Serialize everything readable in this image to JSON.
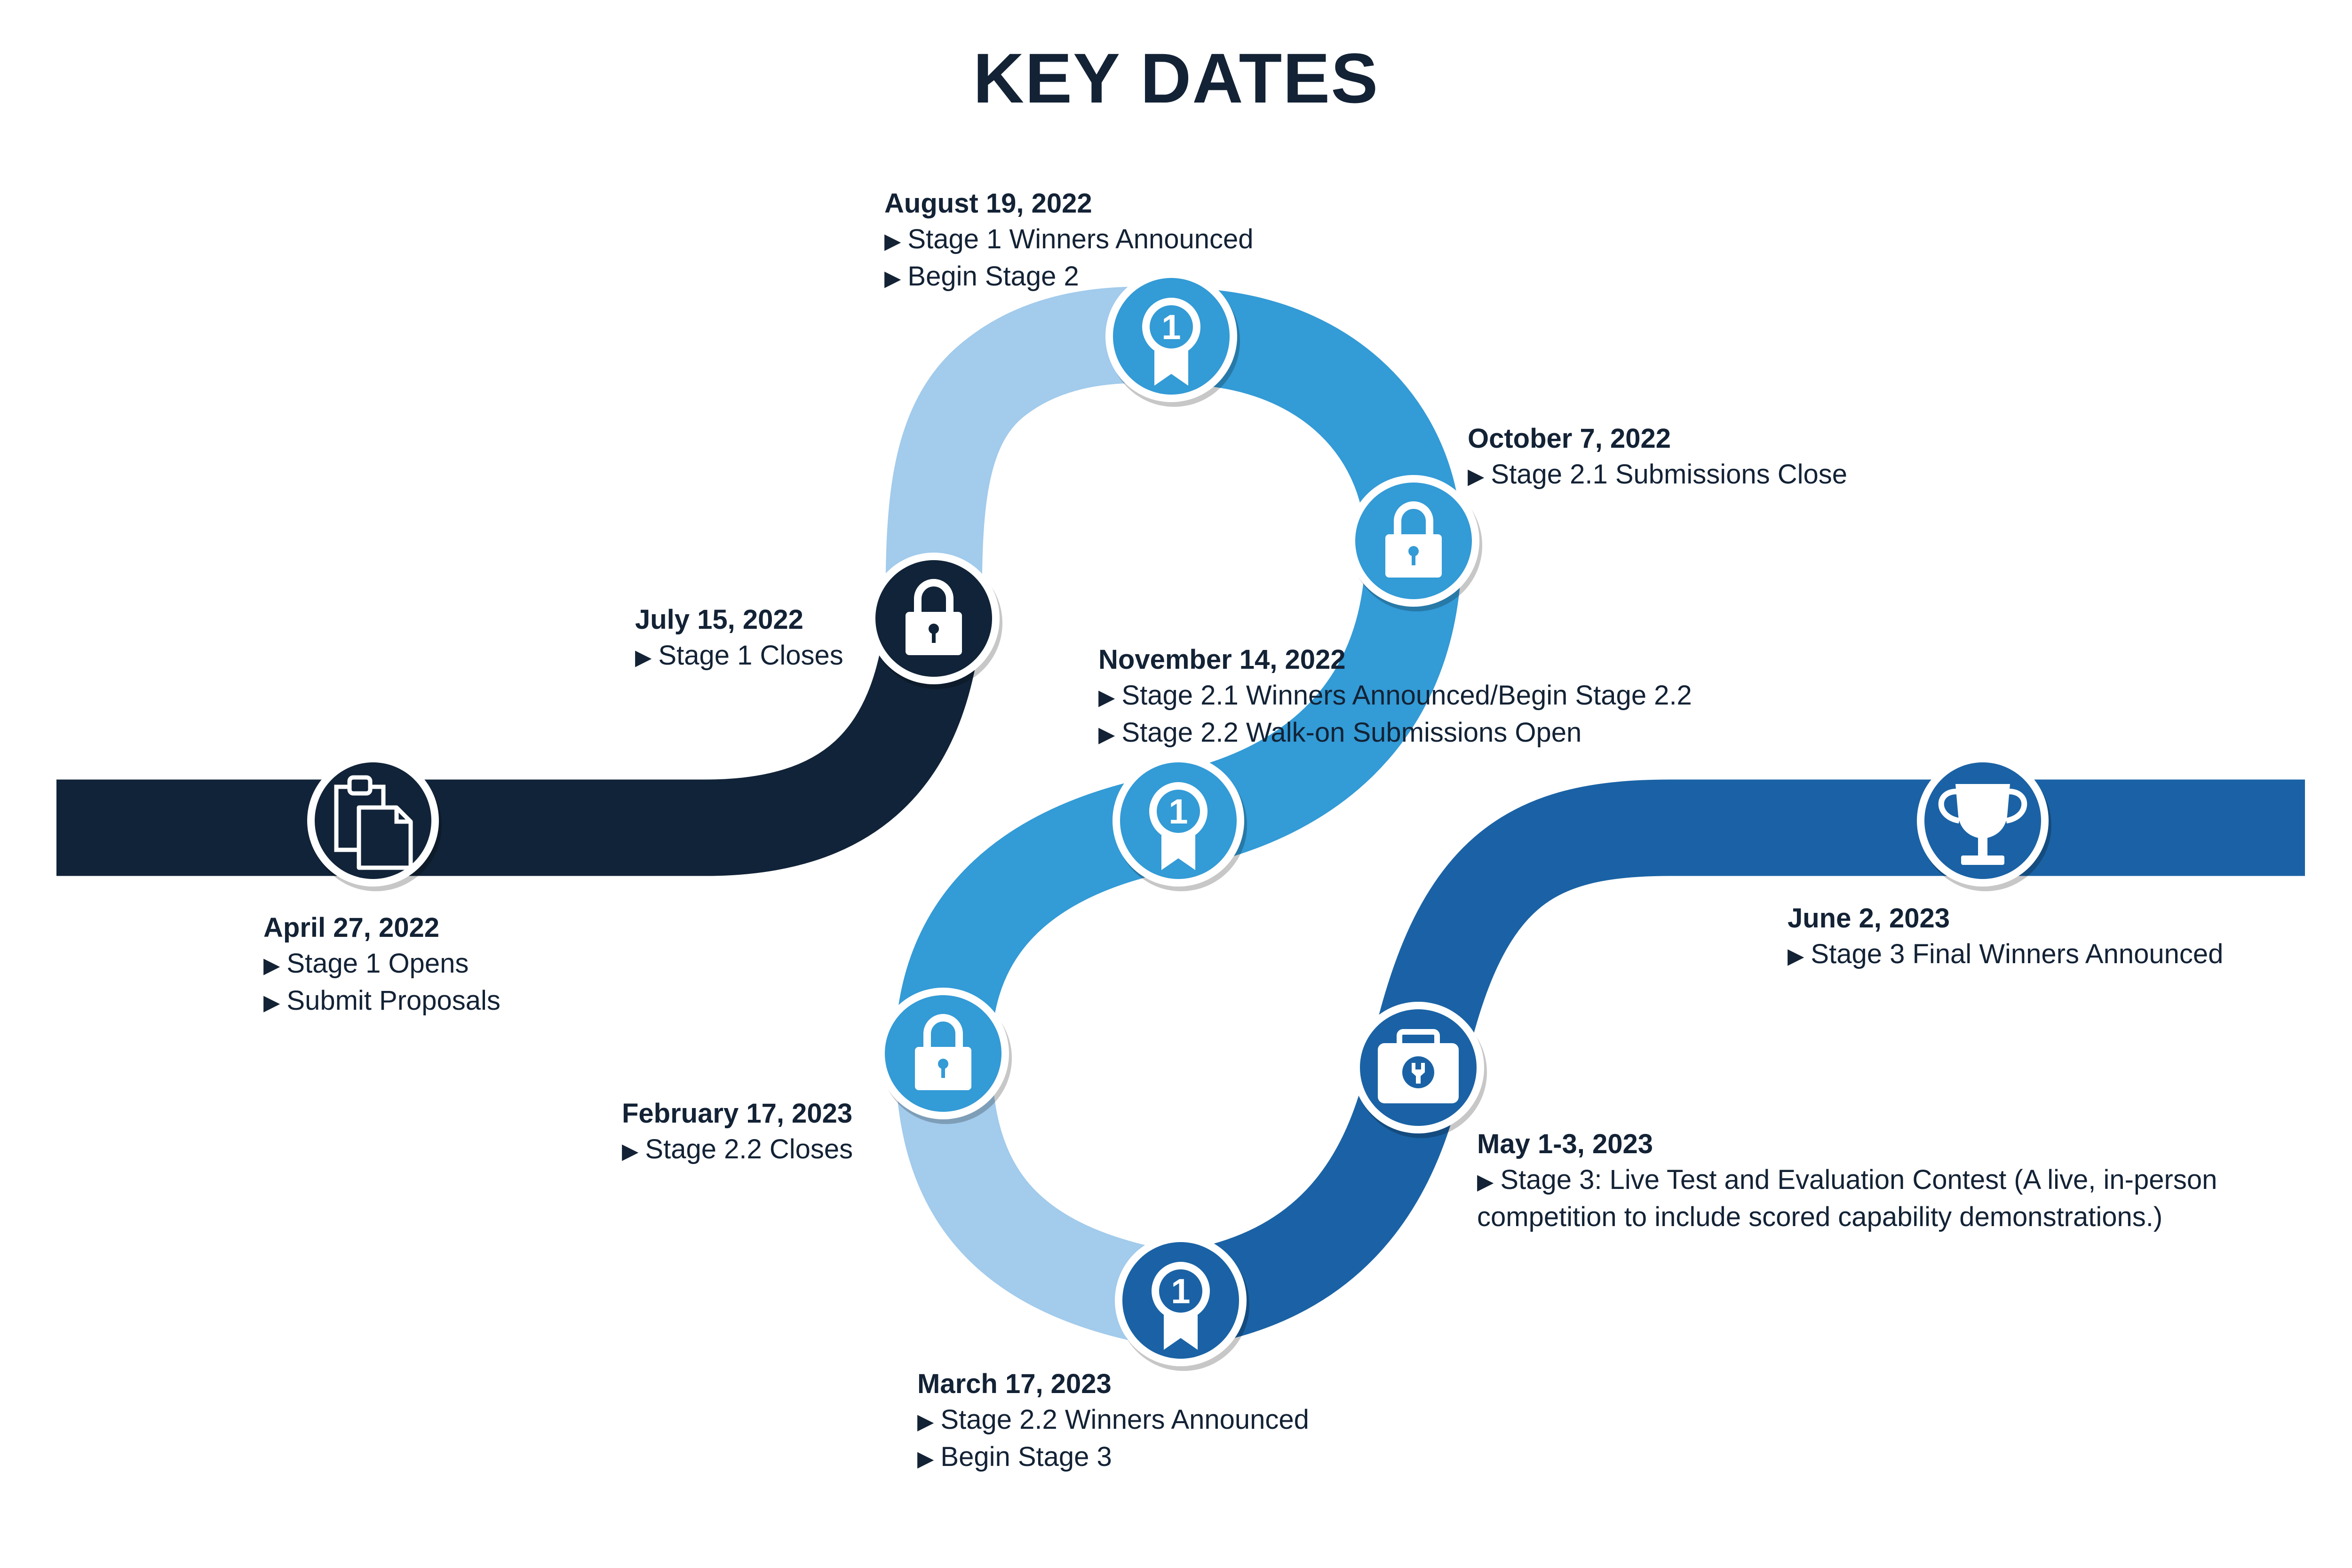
{
  "title": "KEY DATES",
  "colors": {
    "navy": "#112338",
    "light_blue": "#a2cbec",
    "mid_blue": "#339bd6",
    "dark_blue": "#1a62a5",
    "white": "#ffffff"
  },
  "milestones": [
    {
      "date": "April 27, 2022",
      "lines": [
        "Stage 1 Opens",
        "Submit Proposals"
      ],
      "icon": "clipboard-icon"
    },
    {
      "date": "July 15, 2022",
      "lines": [
        "Stage 1 Closes"
      ],
      "icon": "lock-icon"
    },
    {
      "date": "August 19, 2022",
      "lines": [
        "Stage 1 Winners Announced",
        "Begin Stage 2"
      ],
      "icon": "award-ribbon-icon"
    },
    {
      "date": "October 7, 2022",
      "lines": [
        "Stage 2.1 Submissions Close"
      ],
      "icon": "lock-icon"
    },
    {
      "date": "November 14, 2022",
      "lines": [
        "Stage 2.1 Winners Announced/Begin Stage 2.2",
        "Stage 2.2 Walk-on Submissions Open"
      ],
      "icon": "award-ribbon-icon"
    },
    {
      "date": "February 17, 2023",
      "lines": [
        "Stage 2.2 Closes"
      ],
      "icon": "lock-icon"
    },
    {
      "date": "March 17, 2023",
      "lines": [
        "Stage 2.2 Winners Announced",
        "Begin Stage 3"
      ],
      "icon": "award-ribbon-icon"
    },
    {
      "date": "May 1-3, 2023",
      "lines": [
        "Stage 3: Live Test and Evaluation Contest (A live, in-person competition to include scored capability demonstrations.)"
      ],
      "icon": "toolbox-icon"
    },
    {
      "date": "June 2, 2023",
      "lines": [
        "Stage 3 Final Winners Announced"
      ],
      "icon": "trophy-icon"
    }
  ],
  "arrow_glyph": "▶",
  "badge_number": "1"
}
